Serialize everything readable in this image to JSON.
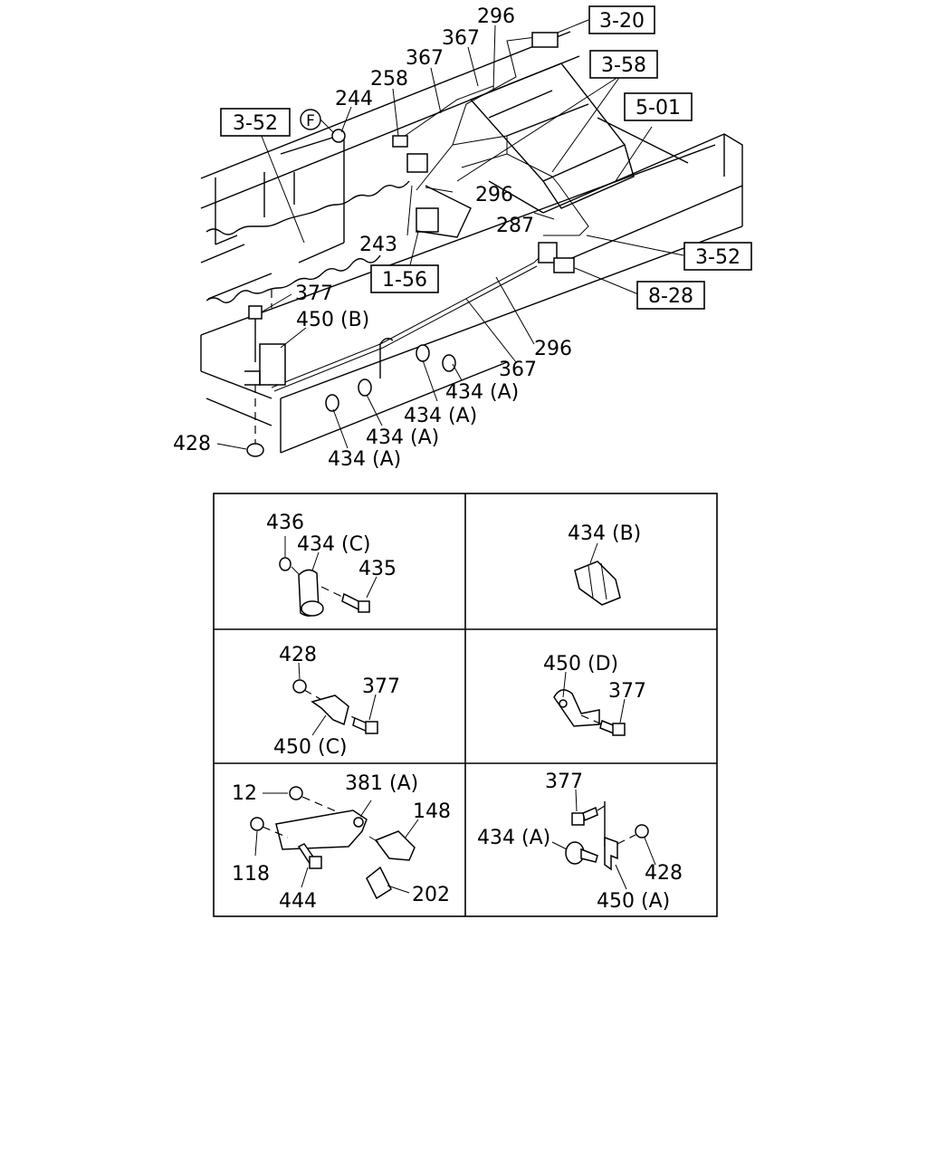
{
  "main_view": {
    "refs": {
      "r_3_20": "3-20",
      "r_3_58": "3-58",
      "r_5_01": "5-01",
      "r_3_52_left": "3-52",
      "r_3_52_right": "3-52",
      "r_1_56": "1-56",
      "r_8_28": "8-28"
    },
    "circle_marker": "F",
    "labels": {
      "p296_top": "296",
      "p367_top": "367",
      "p367_mid": "367",
      "p258": "258",
      "p244": "244",
      "p296_mid": "296",
      "p287": "287",
      "p243": "243",
      "p377": "377",
      "p450b": "450 (B)",
      "p296_low": "296",
      "p367_low": "367",
      "p434a_1": "434 (A)",
      "p434a_2": "434 (A)",
      "p434a_3": "434 (A)",
      "p434a_4": "434 (A)",
      "p428": "428"
    }
  },
  "details": {
    "d1": {
      "p436": "436",
      "p434c": "434 (C)",
      "p435": "435"
    },
    "d2": {
      "p434b": "434 (B)"
    },
    "d3": {
      "p428": "428",
      "p377": "377",
      "p450c": "450 (C)"
    },
    "d4": {
      "p450d": "450 (D)",
      "p377": "377"
    },
    "d5": {
      "p12": "12",
      "p381a": "381 (A)",
      "p148": "148",
      "p118": "118",
      "p444": "444",
      "p202": "202"
    },
    "d6": {
      "p377": "377",
      "p434a": "434 (A)",
      "p428": "428",
      "p450a": "450 (A)"
    }
  }
}
